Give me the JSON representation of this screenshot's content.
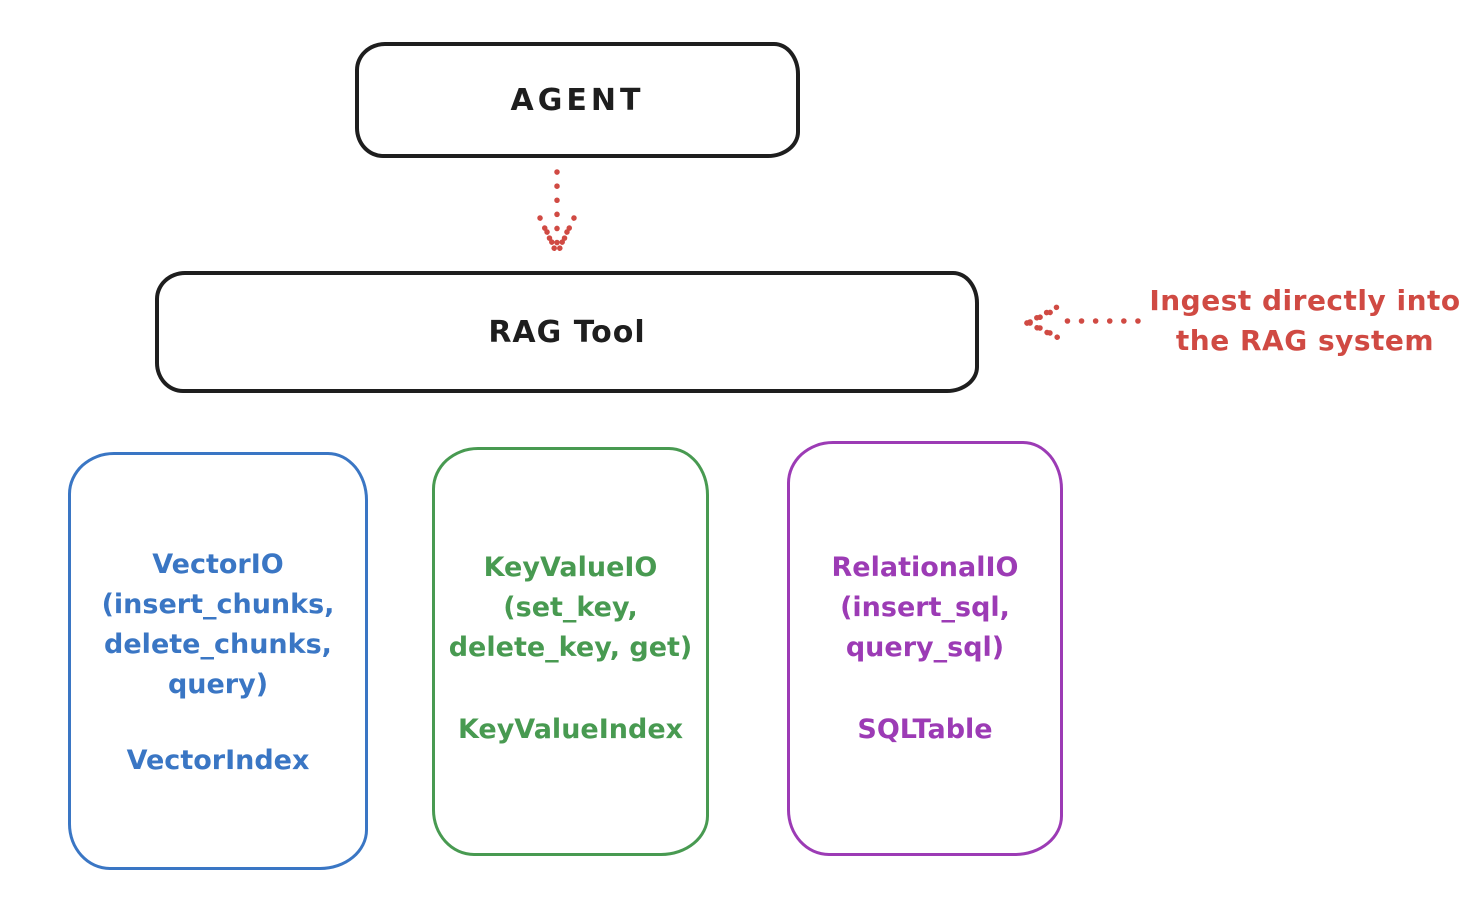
{
  "diagram": {
    "background_color": "#ffffff",
    "stroke_color": "#1e1e1e",
    "agent_box": {
      "label": "AGENT"
    },
    "rag_tool_box": {
      "label": "RAG Tool"
    },
    "agent_to_rag_arrow": {
      "style": "dotted",
      "color": "#d04a43",
      "direction": "down"
    },
    "ingest_arrow": {
      "style": "dotted",
      "color": "#d04a43",
      "direction": "left"
    },
    "ingest_annotation": {
      "lines": [
        "Ingest directly into",
        "the RAG system"
      ],
      "color": "#d04a43"
    },
    "modules": [
      {
        "name": "VectorIO",
        "color": "#3a76c4",
        "lines": [
          "VectorIO",
          "(insert_chunks,",
          "delete_chunks,",
          "query)"
        ],
        "index_label": "VectorIndex"
      },
      {
        "name": "KeyValueIO",
        "color": "#489a51",
        "lines": [
          "KeyValueIO",
          "(set_key,",
          "delete_key, get)"
        ],
        "index_label": "KeyValueIndex"
      },
      {
        "name": "RelationalIO",
        "color": "#9c3bb5",
        "lines": [
          "RelationalIO",
          "(insert_sql,",
          "query_sql)"
        ],
        "index_label": "SQLTable"
      }
    ]
  }
}
